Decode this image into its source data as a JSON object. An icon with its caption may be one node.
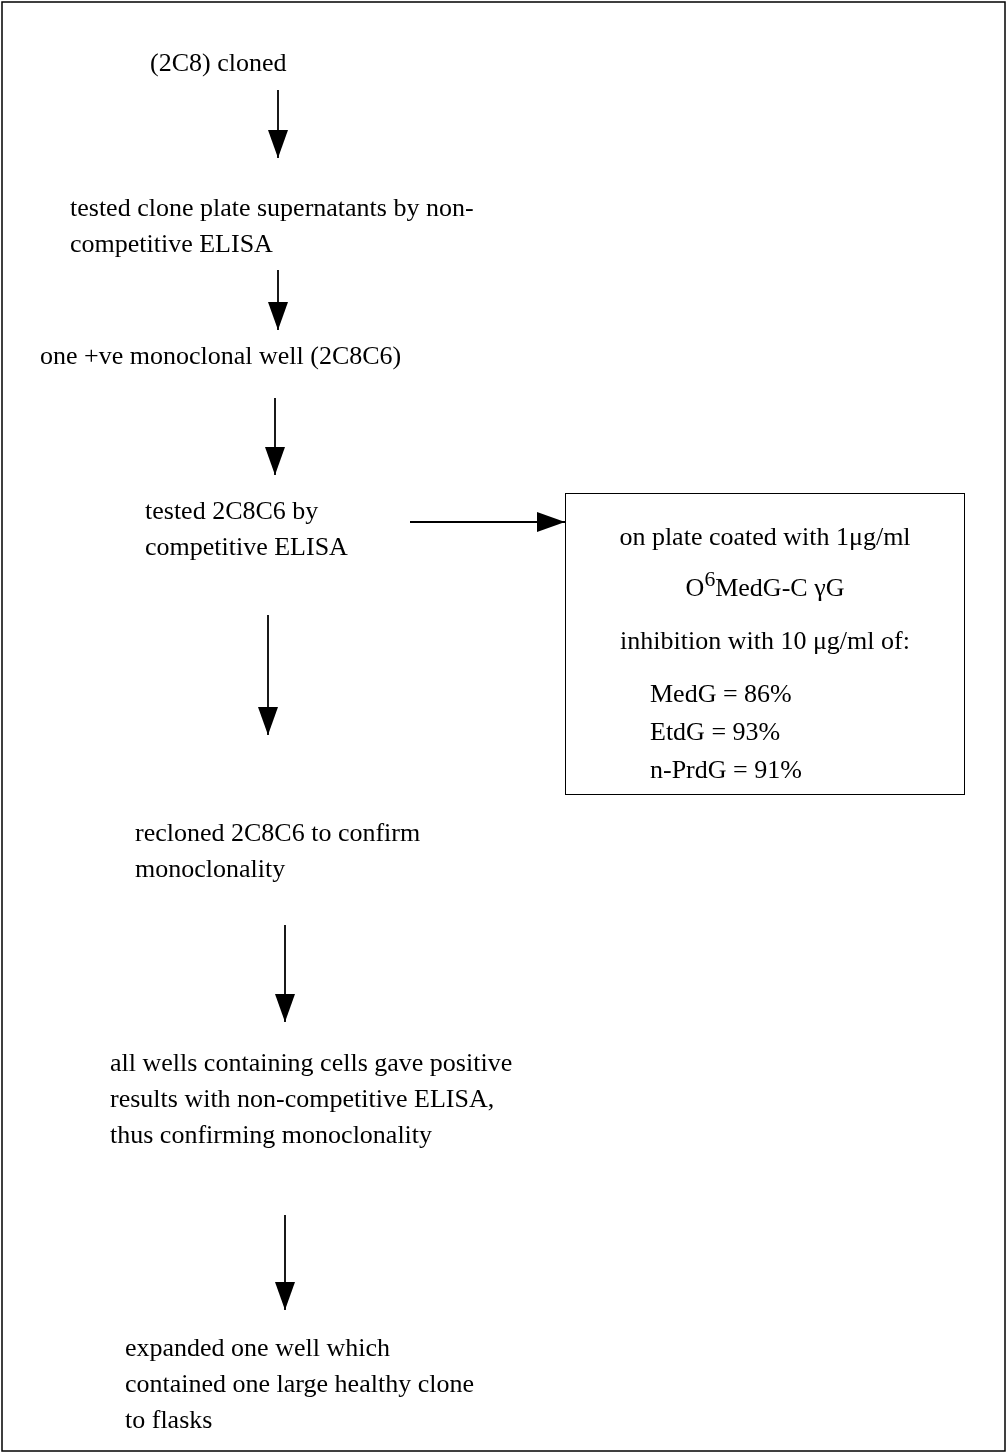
{
  "diagram": {
    "nodes": [
      {
        "text": [
          "(2C8) cloned"
        ]
      },
      {
        "text": [
          "tested clone plate supernatants by non-competitive ELISA"
        ]
      },
      {
        "text": [
          "one +ve monoclonal well (2C8C6)"
        ]
      },
      {
        "text": [
          "tested 2C8C6 by competitive ELISA"
        ]
      },
      {
        "text": [
          "on plate coated with 1μg/ml O$^{6}$MedG-C γG",
          "inhibition with 10 μg/ml of:",
          "MedG = 86%",
          "EtdG = 93%",
          "n-PrdG = 91%"
        ]
      },
      {
        "text": [
          "recloned 2C8C6 to confirm monoclonality"
        ]
      },
      {
        "text": [
          "all wells containing cells gave positive results with non-competitive ELISA, thus confirming monoclonality"
        ]
      },
      {
        "text": [
          "expanded one well which contained one large healthy clone to flasks"
        ]
      }
    ],
    "edges": [
      {
        "from": 0,
        "to": 1,
        "arrow": "to"
      },
      {
        "from": 1,
        "to": 2,
        "arrow": "to"
      },
      {
        "from": 2,
        "to": 3,
        "arrow": "to"
      },
      {
        "from": 3,
        "to": 4,
        "arrow": "to"
      },
      {
        "from": 3,
        "to": 5,
        "arrow": "to"
      },
      {
        "from": 5,
        "to": 6,
        "arrow": "to"
      },
      {
        "from": 6,
        "to": 7,
        "arrow": "to"
      }
    ]
  }
}
